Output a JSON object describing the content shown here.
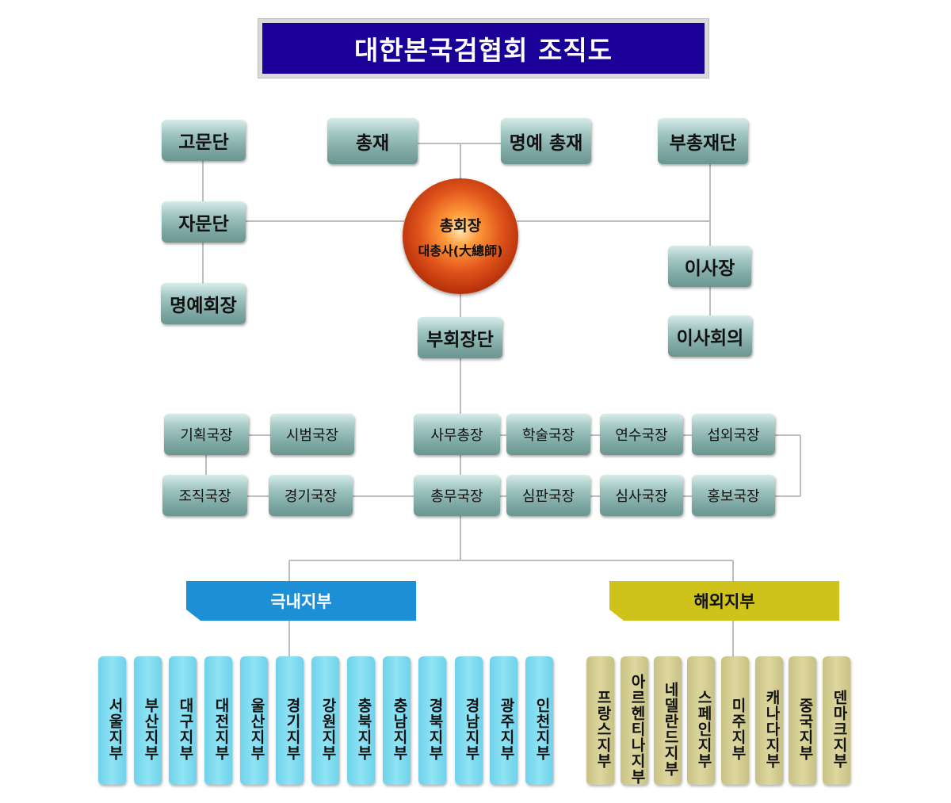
{
  "title": "대한본국검협회 조직도",
  "center": {
    "line1": "총회장",
    "line2": "대총사(大總師)"
  },
  "top_row": {
    "advisory_group": "고문단",
    "president": "총재",
    "honorary_president": "명예 총재",
    "vice_president_group": "부총재단"
  },
  "left_column": {
    "consultative_group": "자문단",
    "honorary_chairman": "명예회장"
  },
  "right_column": {
    "chairman": "이사장",
    "board_meeting": "이사회의"
  },
  "vice_chair_group": "부회장단",
  "directors_row1": [
    "기획국장",
    "시범국장",
    "사무총장",
    "학술국장",
    "연수국장",
    "섭외국장"
  ],
  "directors_row2": [
    "조직국장",
    "경기국장",
    "총무국장",
    "심판국장",
    "심사국장",
    "홍보국장"
  ],
  "regions": {
    "domestic": "극내지부",
    "overseas": "해외지부"
  },
  "domestic_branches": [
    "서울지부",
    "부산지부",
    "대구지부",
    "대전지부",
    "울산지부",
    "경기지부",
    "강원지부",
    "충북지부",
    "충남지부",
    "경북지부",
    "경남지부",
    "광주지부",
    "인천지부"
  ],
  "overseas_branches": [
    "프랑스지부",
    "아르헨티나지부",
    "네델란드지부",
    "스페인지부",
    "미주지부",
    "캐나다지부",
    "중국지부",
    "덴마크지부"
  ],
  "colors": {
    "title_bg": "#1a0096",
    "box_teal": "#7fa9a4",
    "domestic_header": "#1c8fd6",
    "overseas_header": "#cfc21a",
    "domestic_branch": "#7ad8ee",
    "overseas_branch": "#d3cd90",
    "center_circle": "#e0541c"
  }
}
